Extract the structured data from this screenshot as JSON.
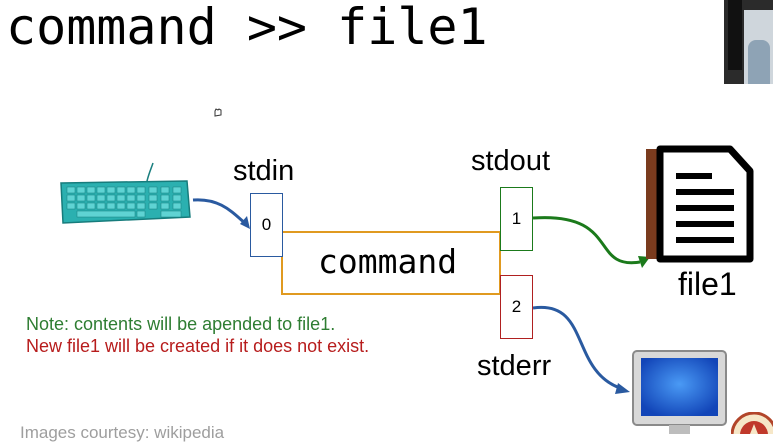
{
  "title": "command >> file1",
  "labels": {
    "stdin": "stdin",
    "stdout": "stdout",
    "stderr": "stderr",
    "file1": "file1",
    "command": "command"
  },
  "ports": {
    "stdin_fd": "0",
    "stdout_fd": "1",
    "stderr_fd": "2"
  },
  "note": {
    "line1": "Note: contents will be apended to file1.",
    "line2": "New file1 will be created if it does not exist."
  },
  "credit": "Images courtesy: wikipedia",
  "colors": {
    "stdin_box": "#2a5aa0",
    "stdout_box": "#1b7a1b",
    "stderr_box": "#b02020",
    "pipe": "#e09a20",
    "note_green": "#2e7d32",
    "note_red": "#b71c1c",
    "keyboard": "#2bb0b0",
    "monitor": "#1e62d8"
  },
  "icons": {
    "keyboard": "keyboard-icon",
    "document": "document-icon",
    "monitor": "monitor-icon",
    "logo": "seal-logo-icon",
    "photo": "presenter-photo"
  }
}
